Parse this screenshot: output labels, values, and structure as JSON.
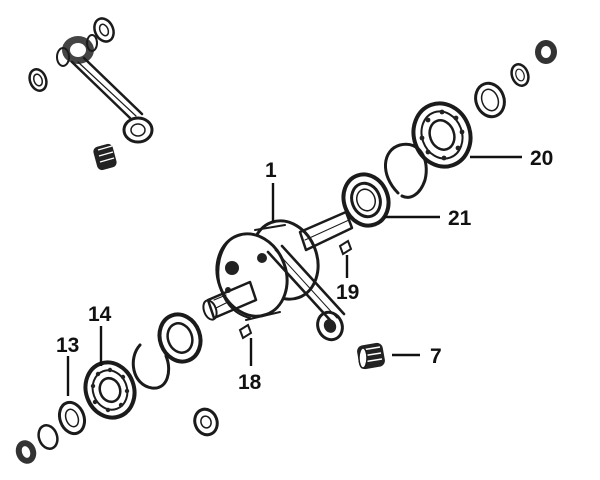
{
  "callouts": [
    {
      "id": "c1",
      "label": "1"
    },
    {
      "id": "c7",
      "label": "7"
    },
    {
      "id": "c13",
      "label": "13"
    },
    {
      "id": "c14",
      "label": "14"
    },
    {
      "id": "c18",
      "label": "18"
    },
    {
      "id": "c19",
      "label": "19"
    },
    {
      "id": "c20",
      "label": "20"
    },
    {
      "id": "c21",
      "label": "21"
    }
  ],
  "colors": {
    "ink": "#1b1b1b",
    "paper": "#ffffff"
  }
}
